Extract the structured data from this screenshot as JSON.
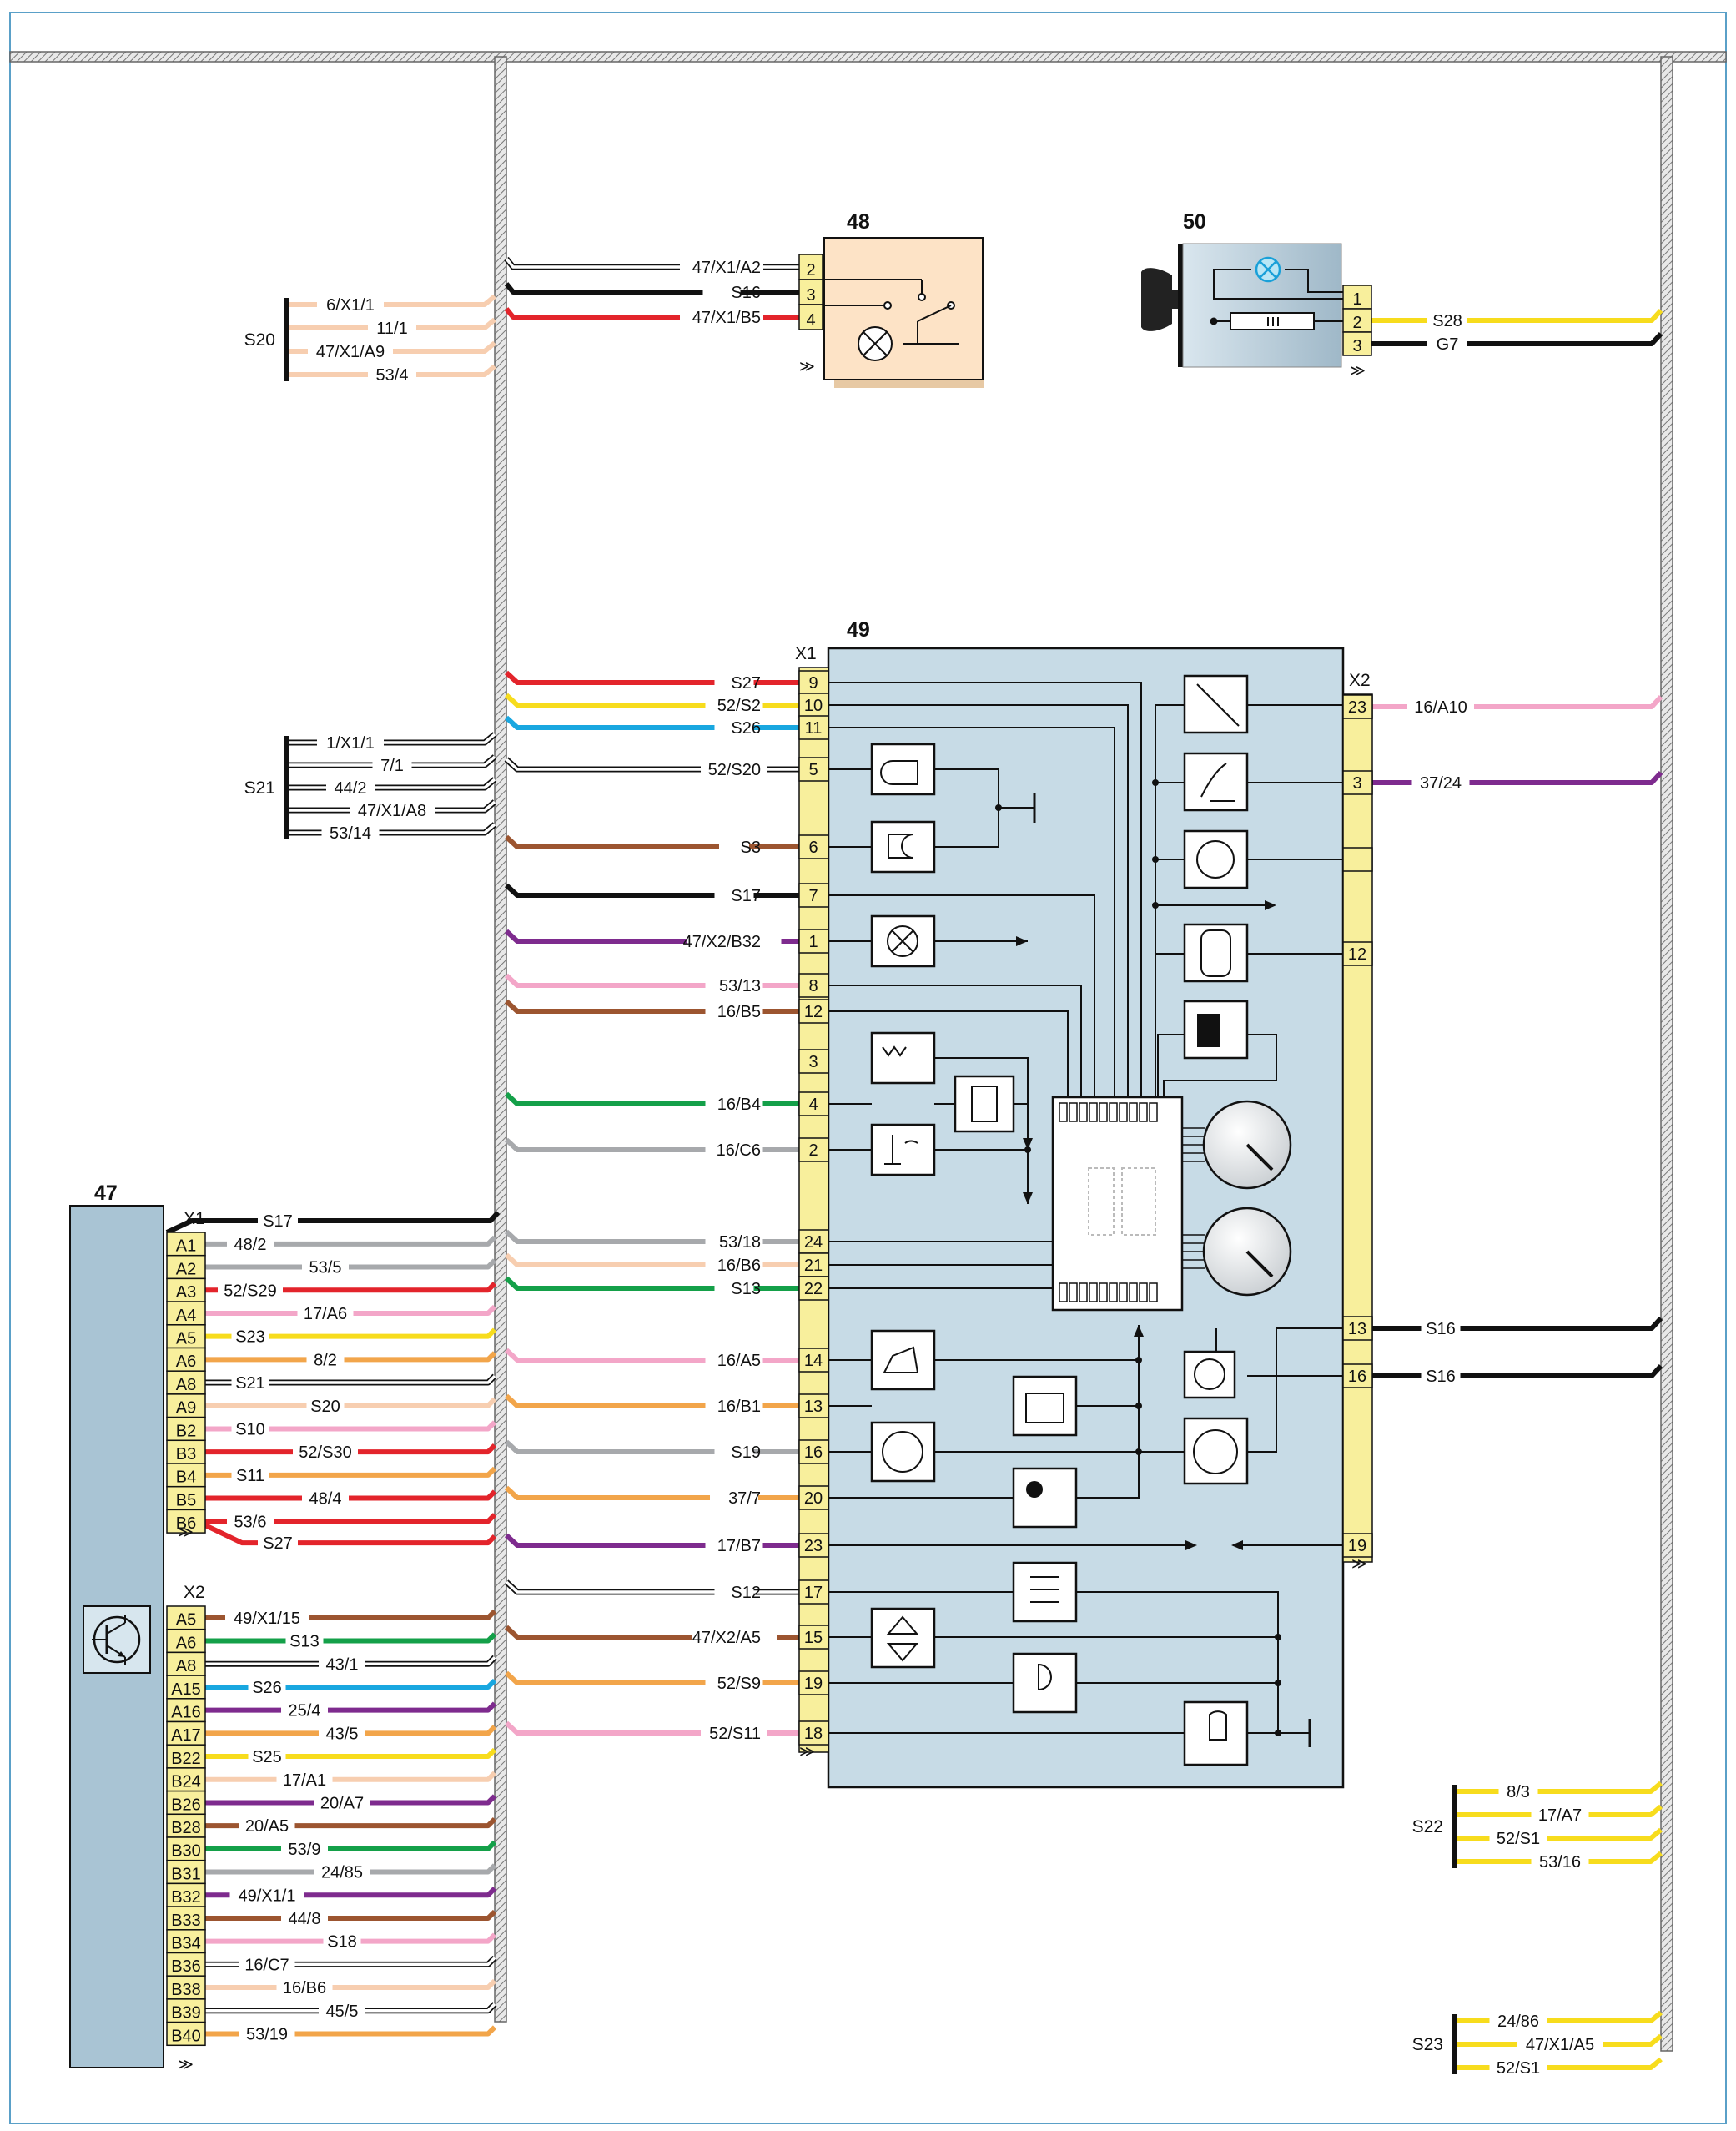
{
  "colors": {
    "black": "#111111",
    "red": "#e3242b",
    "yellow": "#f7dc1d",
    "blue": "#19a7e0",
    "brown": "#9c5530",
    "green": "#14a049",
    "gray": "#a7a9ac",
    "pink": "#f3a6c8",
    "purple": "#7e2b8e",
    "orange": "#f2a54a",
    "peach": "#f7ceb0",
    "white": "#ffffff",
    "block_fill": "#c7dbe6",
    "pin_fill": "#f8ef9c",
    "relay_fill": "#fde3c6",
    "module47_fill": "#a9c4d4",
    "frame": "#5aa0c8"
  },
  "b47": {
    "id": "47",
    "x1": {
      "label": "X1",
      "pins": [
        {
          "pin": "A1",
          "label": "48/2",
          "color": "gray"
        },
        {
          "pin": "A2",
          "label": "53/5",
          "color": "gray"
        },
        {
          "pin": "A3",
          "label": "52/S29",
          "color": "red"
        },
        {
          "pin": "A4",
          "label": "17/A6",
          "color": "pink"
        },
        {
          "pin": "A5",
          "label": "S23",
          "color": "yellow"
        },
        {
          "pin": "A6",
          "label": "8/2",
          "color": "orange"
        },
        {
          "pin": "A8",
          "label": "S21",
          "color": "white"
        },
        {
          "pin": "A9",
          "label": "S20",
          "color": "peach"
        },
        {
          "pin": "B2",
          "label": "S10",
          "color": "pink"
        },
        {
          "pin": "B3",
          "label": "52/S30",
          "color": "red"
        },
        {
          "pin": "B4",
          "label": "S11",
          "color": "orange"
        },
        {
          "pin": "B5",
          "label": "48/4",
          "color": "red"
        },
        {
          "pin": "B6",
          "label": "53/6",
          "color": "red"
        }
      ],
      "top_wire": "S17",
      "bottom_wire": "S27"
    },
    "x2": {
      "label": "X2",
      "pins": [
        {
          "pin": "A5",
          "label": "49/X1/15",
          "color": "brown"
        },
        {
          "pin": "A6",
          "label": "S13",
          "color": "green"
        },
        {
          "pin": "A8",
          "label": "43/1",
          "color": "white"
        },
        {
          "pin": "A15",
          "label": "S26",
          "color": "blue"
        },
        {
          "pin": "A16",
          "label": "25/4",
          "color": "purple"
        },
        {
          "pin": "A17",
          "label": "43/5",
          "color": "orange"
        },
        {
          "pin": "B22",
          "label": "S25",
          "color": "yellow"
        },
        {
          "pin": "B24",
          "label": "17/A1",
          "color": "peach"
        },
        {
          "pin": "B26",
          "label": "20/A7",
          "color": "purple"
        },
        {
          "pin": "B28",
          "label": "20/A5",
          "color": "brown"
        },
        {
          "pin": "B30",
          "label": "53/9",
          "color": "green"
        },
        {
          "pin": "B31",
          "label": "24/85",
          "color": "gray"
        },
        {
          "pin": "B32",
          "label": "49/X1/1",
          "color": "purple"
        },
        {
          "pin": "B33",
          "label": "44/8",
          "color": "brown"
        },
        {
          "pin": "B34",
          "label": "S18",
          "color": "pink"
        },
        {
          "pin": "B36",
          "label": "16/C7",
          "color": "white"
        },
        {
          "pin": "B38",
          "label": "16/B6",
          "color": "peach"
        },
        {
          "pin": "B39",
          "label": "45/5",
          "color": "white"
        },
        {
          "pin": "B40",
          "label": "53/19",
          "color": "orange"
        }
      ]
    }
  },
  "b48": {
    "id": "48",
    "pins": [
      {
        "pin": "2",
        "label": "47/X1/A2",
        "color": "white"
      },
      {
        "pin": "3",
        "label": "S16",
        "color": "black"
      },
      {
        "pin": "4",
        "label": "47/X1/B5",
        "color": "red"
      }
    ]
  },
  "b50": {
    "id": "50",
    "pins": [
      {
        "pin": "1",
        "label": "",
        "color": "none"
      },
      {
        "pin": "2",
        "label": "S28",
        "color": "yellow"
      },
      {
        "pin": "3",
        "label": "G7",
        "color": "black"
      }
    ]
  },
  "b49": {
    "id": "49",
    "x1_label": "X1",
    "x2_label": "X2",
    "x1_pins": [
      {
        "pin": "9",
        "label": "S27",
        "color": "red"
      },
      {
        "pin": "10",
        "label": "52/S2",
        "color": "yellow"
      },
      {
        "pin": "11",
        "label": "S26",
        "color": "blue"
      },
      {
        "pin": "5",
        "label": "52/S20",
        "color": "white"
      },
      {
        "pin": "6",
        "label": "S3",
        "color": "brown"
      },
      {
        "pin": "7",
        "label": "S17",
        "color": "black"
      },
      {
        "pin": "1",
        "label": "47/X2/B32",
        "color": "purple"
      },
      {
        "pin": "8",
        "label": "53/13",
        "color": "pink"
      },
      {
        "pin": "12",
        "label": "16/B5",
        "color": "brown"
      },
      {
        "pin": "3",
        "label": "",
        "color": "none"
      },
      {
        "pin": "4",
        "label": "16/B4",
        "color": "green"
      },
      {
        "pin": "2",
        "label": "16/C6",
        "color": "gray"
      },
      {
        "pin": "24",
        "label": "53/18",
        "color": "gray"
      },
      {
        "pin": "21",
        "label": "16/B6",
        "color": "peach"
      },
      {
        "pin": "22",
        "label": "S13",
        "color": "green"
      },
      {
        "pin": "14",
        "label": "16/A5",
        "color": "pink"
      },
      {
        "pin": "13",
        "label": "16/B1",
        "color": "orange"
      },
      {
        "pin": "16",
        "label": "S19",
        "color": "gray"
      },
      {
        "pin": "20",
        "label": "37/7",
        "color": "orange"
      },
      {
        "pin": "23",
        "label": "17/B7",
        "color": "purple"
      },
      {
        "pin": "17",
        "label": "S12",
        "color": "white"
      },
      {
        "pin": "15",
        "label": "47/X2/A5",
        "color": "brown"
      },
      {
        "pin": "19",
        "label": "52/S9",
        "color": "orange"
      },
      {
        "pin": "18",
        "label": "52/S11",
        "color": "pink"
      }
    ],
    "x2_pins": [
      {
        "pin": "23",
        "label": "16/A10",
        "color": "pink"
      },
      {
        "pin": "3",
        "label": "37/24",
        "color": "purple"
      },
      {
        "pin": "",
        "label": "",
        "color": "none"
      },
      {
        "pin": "12",
        "label": "",
        "color": "none"
      },
      {
        "pin": "13",
        "label": "S16",
        "color": "black"
      },
      {
        "pin": "16",
        "label": "S16",
        "color": "black"
      },
      {
        "pin": "19",
        "label": "",
        "color": "none"
      }
    ]
  },
  "splices": {
    "S20": {
      "label": "S20",
      "items": [
        {
          "label": "6/X1/1",
          "color": "peach"
        },
        {
          "label": "11/1",
          "color": "peach"
        },
        {
          "label": "47/X1/A9",
          "color": "peach"
        },
        {
          "label": "53/4",
          "color": "peach"
        }
      ]
    },
    "S21": {
      "label": "S21",
      "items": [
        {
          "label": "1/X1/1",
          "color": "white"
        },
        {
          "label": "7/1",
          "color": "white"
        },
        {
          "label": "44/2",
          "color": "white"
        },
        {
          "label": "47/X1/A8",
          "color": "white"
        },
        {
          "label": "53/14",
          "color": "white"
        }
      ]
    },
    "S22": {
      "label": "S22",
      "items": [
        {
          "label": "8/3",
          "color": "yellow"
        },
        {
          "label": "17/A7",
          "color": "yellow"
        },
        {
          "label": "52/S1",
          "color": "yellow"
        },
        {
          "label": "53/16",
          "color": "yellow"
        }
      ]
    },
    "S23": {
      "label": "S23",
      "items": [
        {
          "label": "24/86",
          "color": "yellow"
        },
        {
          "label": "47/X1/A5",
          "color": "yellow"
        },
        {
          "label": "52/S1",
          "color": "yellow"
        }
      ]
    }
  }
}
